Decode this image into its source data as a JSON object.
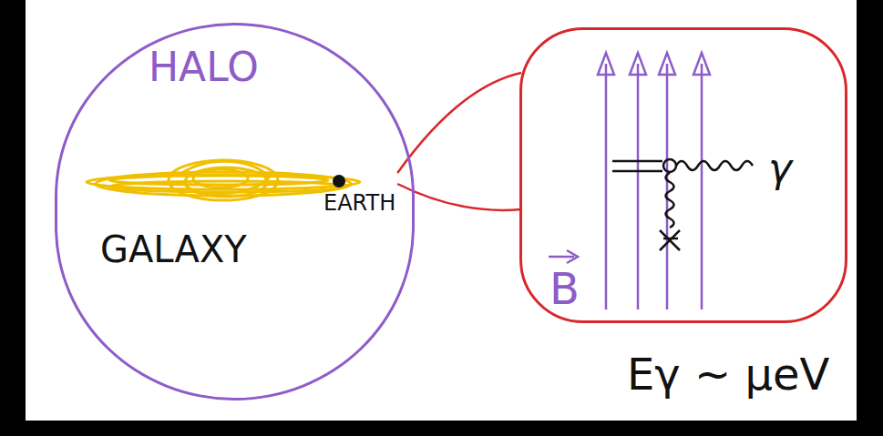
{
  "diagram": {
    "nodes": [
      {
        "text": [
          "HALO"
        ]
      },
      {
        "text": [
          "EARTH"
        ],
        "in": 0
      },
      {
        "text": [
          "B",
          "γ"
        ]
      }
    ],
    "edges": [
      {
        "from": 1,
        "to": 2,
        "arrow": "none"
      },
      {
        "from": 1,
        "to": 2,
        "arrow": "none"
      }
    ],
    "labels": [
      "GALAXY",
      "Eγ ~ μeV"
    ]
  }
}
